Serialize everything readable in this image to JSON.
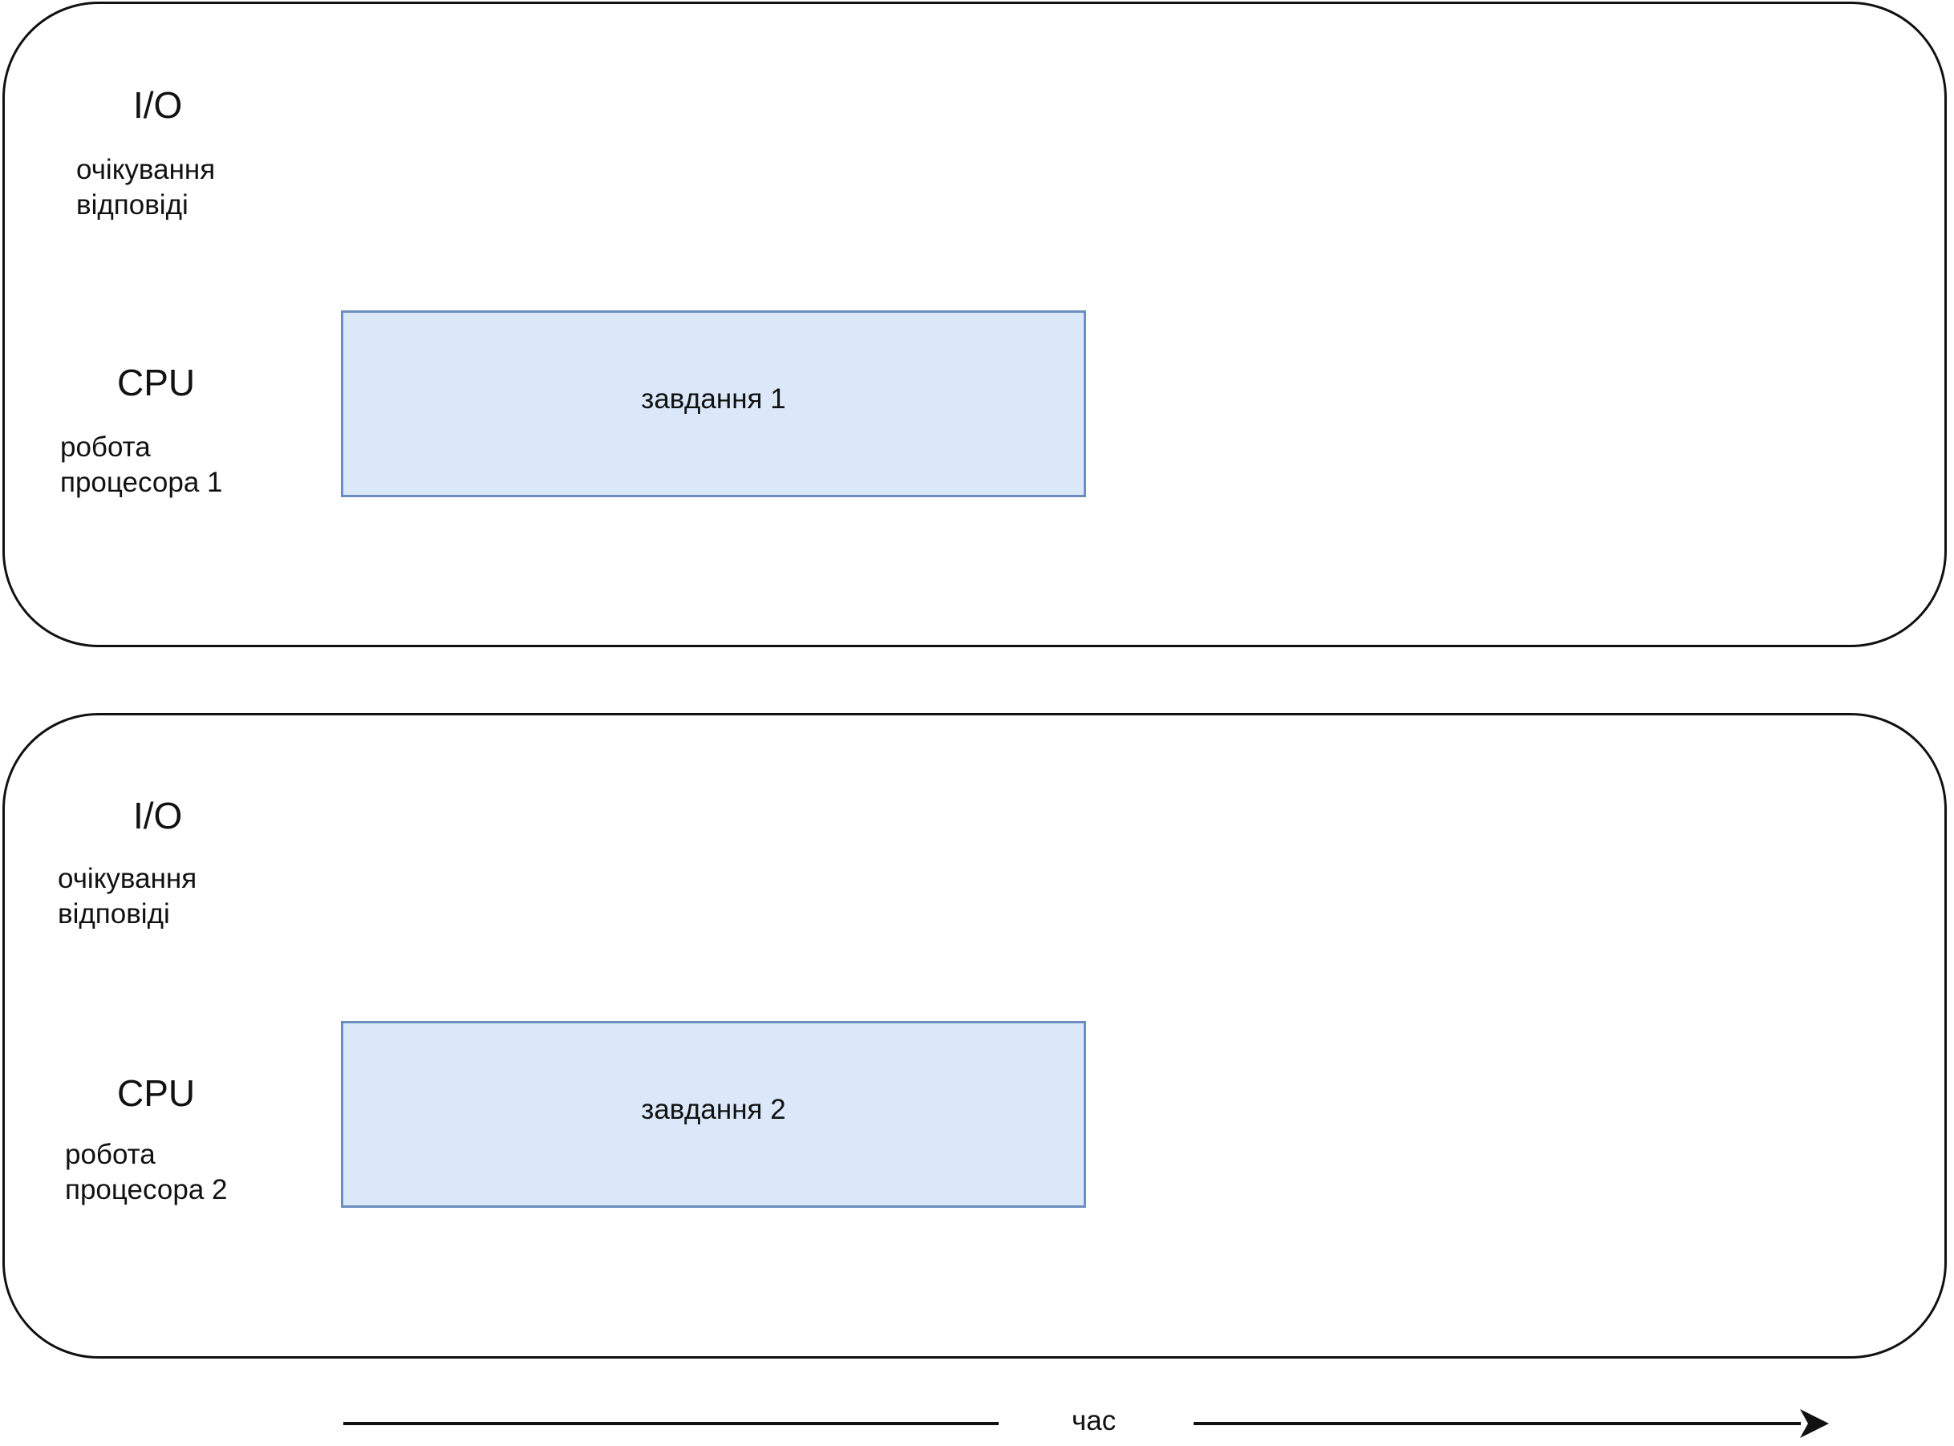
{
  "panels": [
    {
      "io_label": "I/O",
      "io_desc": [
        "очікування",
        "відповіді"
      ],
      "cpu_label": "CPU",
      "cpu_desc": [
        "робота",
        "процесора 1"
      ],
      "task_label": "завдання 1"
    },
    {
      "io_label": "I/O",
      "io_desc": [
        "очікування",
        "відповіді"
      ],
      "cpu_label": "CPU",
      "cpu_desc": [
        "робота",
        "процесора 2"
      ],
      "task_label": "завдання 2"
    }
  ],
  "time_axis": {
    "label": "час"
  },
  "colors": {
    "task_fill": "#dae8fa",
    "task_border": "#6c8ebf",
    "outline": "#111111"
  }
}
